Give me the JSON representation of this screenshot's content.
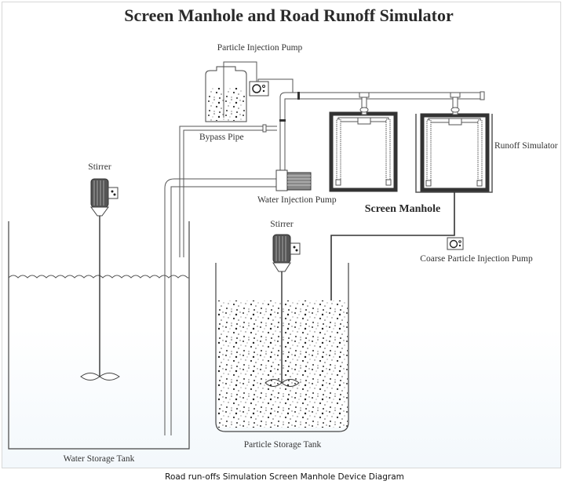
{
  "title": "Screen Manhole and Road Runoff Simulator",
  "caption": "Road run-offs Simulation Screen Manhole Device Diagram",
  "labels": {
    "particle_injection_pump": "Particle Injection Pump",
    "bypass_pipe": "Bypass Pipe",
    "water_injection_pump": "Water Injection Pump",
    "stirrer_left": "Stirrer",
    "stirrer_center": "Stirrer",
    "screen_manhole": "Screen Manhole",
    "runoff_simulator": "Runoff Simulator",
    "coarse_particle_injection_pump": "Coarse Particle Injection Pump",
    "water_storage_tank": "Water Storage Tank",
    "particle_storage_tank": "Particle Storage Tank"
  },
  "colors": {
    "line": "#444444",
    "manhole_frame": "#333333",
    "frame_border": "#d8d8d8"
  }
}
